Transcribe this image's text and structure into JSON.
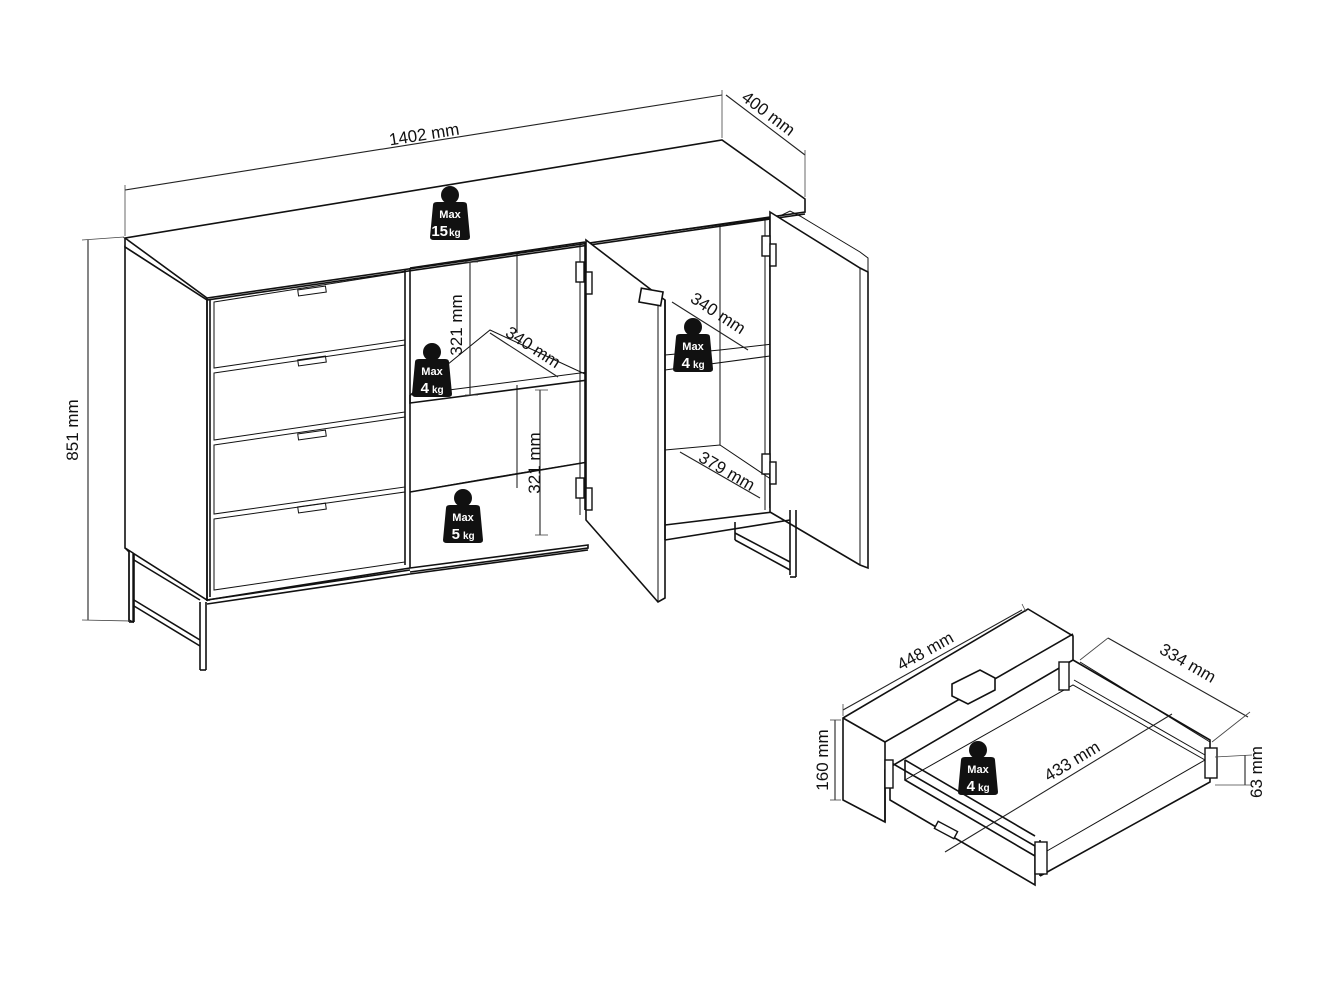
{
  "dimensions": {
    "width": "1402 mm",
    "depth": "400 mm",
    "height": "851 mm",
    "shelf_height_upper": "321 mm",
    "shelf_height_lower": "321 mm",
    "shelf_depth_left": "340 mm",
    "shelf_depth_right": "340 mm",
    "bottom_depth_right": "379 mm",
    "drawer_width": "448 mm",
    "drawer_height": "160 mm",
    "drawer_inner_width": "433 mm",
    "drawer_inner_depth": "334 mm",
    "drawer_side_height": "63 mm"
  },
  "load_badges": {
    "top": {
      "max": "Max",
      "value": "15",
      "unit": "kg"
    },
    "left_shelf": {
      "max": "Max",
      "value": "4",
      "unit": "kg"
    },
    "left_bottom": {
      "max": "Max",
      "value": "5",
      "unit": "kg"
    },
    "right_shelf": {
      "max": "Max",
      "value": "4",
      "unit": "kg"
    },
    "drawer": {
      "max": "Max",
      "value": "4",
      "unit": "kg"
    }
  }
}
